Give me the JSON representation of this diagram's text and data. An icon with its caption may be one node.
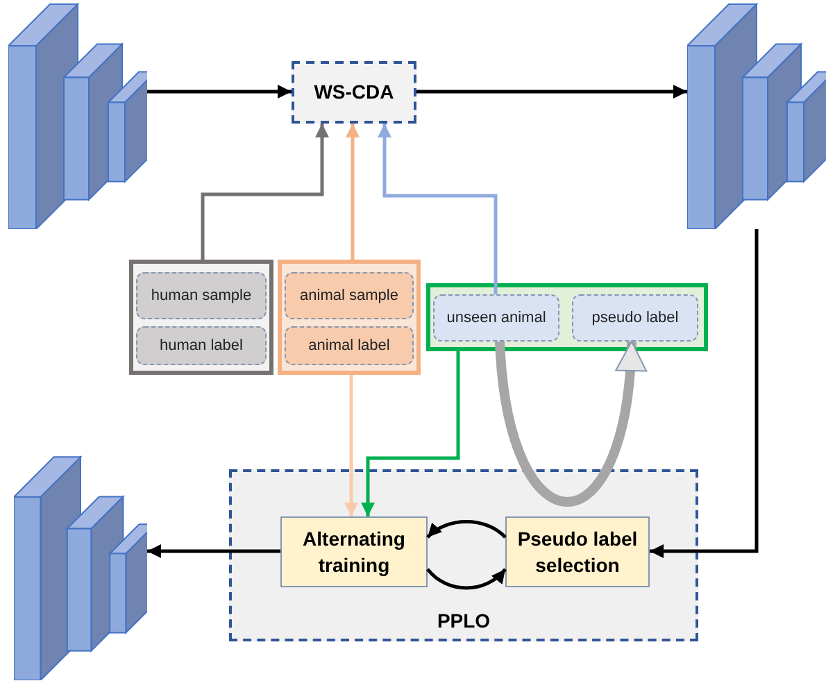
{
  "diagram": {
    "nodes": [
      {
        "text": [],
        "shape": "picture"
      },
      {
        "text": [
          "WS-CDA"
        ]
      },
      {
        "text": [],
        "shape": "picture"
      },
      {
        "text": [],
        "shape": "box"
      },
      {
        "text": [
          "human sample"
        ],
        "in": 3
      },
      {
        "text": [
          "human label"
        ],
        "in": 3
      },
      {
        "text": [],
        "shape": "box"
      },
      {
        "text": [
          "animal sample"
        ],
        "in": 6
      },
      {
        "text": [
          "animal label"
        ],
        "in": 6
      },
      {
        "text": [],
        "shape": "box"
      },
      {
        "text": [
          "unseen animal"
        ],
        "in": 9
      },
      {
        "text": [
          "pseudo label"
        ],
        "in": 9
      },
      {
        "text": [
          "PPLO"
        ]
      },
      {
        "text": [
          "Alternating training"
        ],
        "in": 12
      },
      {
        "text": [
          "Pseudo label selection"
        ],
        "in": 12
      },
      {
        "text": [],
        "shape": "picture"
      }
    ],
    "edges": [
      {
        "from": 0,
        "to": 1,
        "arrow": "to"
      },
      {
        "from": 1,
        "to": 2,
        "arrow": "to"
      },
      {
        "from": 3,
        "to": 1,
        "arrow": "to",
        "color": "#767171"
      },
      {
        "from": 6,
        "to": 1,
        "arrow": "to",
        "color": "#f4b183"
      },
      {
        "from": 10,
        "to": 1,
        "arrow": "to",
        "color": "#8faadc"
      },
      {
        "from": 6,
        "to": 13,
        "arrow": "to",
        "color": "#f8cbad"
      },
      {
        "from": 9,
        "to": 13,
        "arrow": "to",
        "color": "#00b050"
      },
      {
        "from": 10,
        "to": 11,
        "arrow": "to",
        "style": "thick",
        "color": "#a6a6a6"
      },
      {
        "from": 2,
        "to": 14,
        "arrow": "to"
      },
      {
        "from": 14,
        "to": 13,
        "arrow": "to"
      },
      {
        "from": 13,
        "to": 14,
        "arrow": "to"
      },
      {
        "from": 13,
        "to": 15,
        "arrow": "to"
      }
    ]
  }
}
